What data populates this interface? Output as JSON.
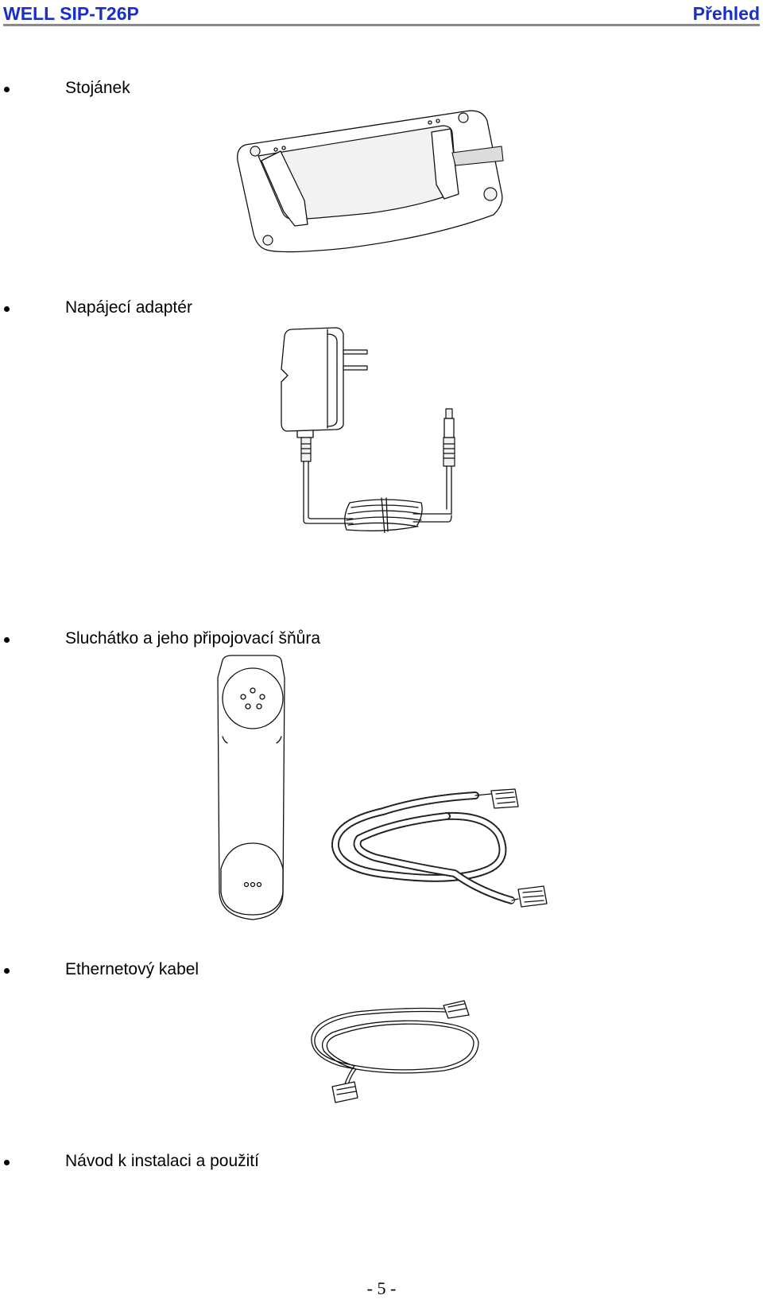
{
  "header": {
    "left": "WELL SIP-T26P",
    "right": "Přehled"
  },
  "items": [
    {
      "label": "Stojánek"
    },
    {
      "label": "Napájecí adaptér"
    },
    {
      "label": "Sluchátko a jeho připojovací šňůra"
    },
    {
      "label": "Ethernetový kabel"
    },
    {
      "label": "Návod k instalaci a použití"
    }
  ],
  "footer": {
    "page": "- 5 -"
  }
}
